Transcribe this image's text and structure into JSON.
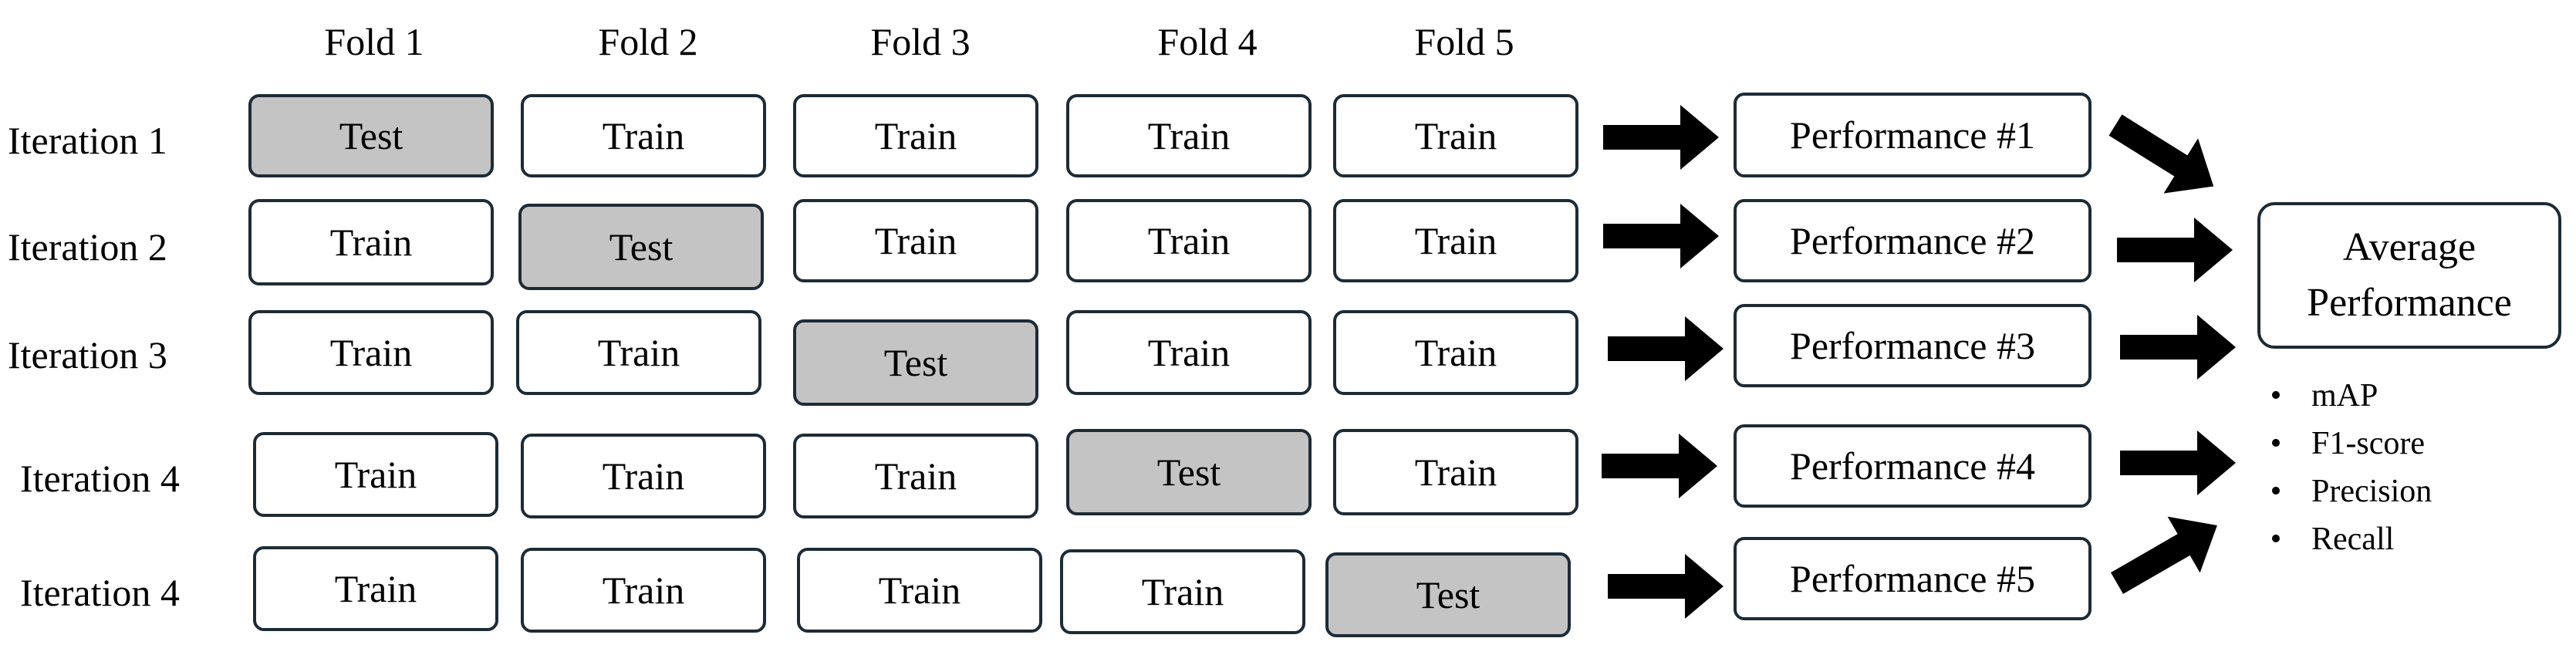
{
  "folds": [
    "Fold 1",
    "Fold 2",
    "Fold 3",
    "Fold 4",
    "Fold 5"
  ],
  "iterations": [
    {
      "label": "Iteration 1",
      "cells": [
        "Test",
        "Train",
        "Train",
        "Train",
        "Train"
      ],
      "performance": "Performance #1"
    },
    {
      "label": "Iteration 2",
      "cells": [
        "Train",
        "Test",
        "Train",
        "Train",
        "Train"
      ],
      "performance": "Performance #2"
    },
    {
      "label": "Iteration 3",
      "cells": [
        "Train",
        "Train",
        "Test",
        "Train",
        "Train"
      ],
      "performance": "Performance #3"
    },
    {
      "label": "Iteration 4",
      "cells": [
        "Train",
        "Train",
        "Train",
        "Test",
        "Train"
      ],
      "performance": "Performance #4"
    },
    {
      "label": "Iteration 4",
      "cells": [
        "Train",
        "Train",
        "Train",
        "Train",
        "Test"
      ],
      "performance": "Performance #5"
    }
  ],
  "average": {
    "line1": "Average",
    "line2": "Performance"
  },
  "metrics": [
    "mAP",
    "F1-score",
    "Precision",
    "Recall"
  ],
  "colors": {
    "test_fill": "#c4c4c4",
    "train_fill": "#ffffff",
    "border": "#1d2b36",
    "arrow": "#000000"
  },
  "icons": {
    "row_arrow": "right-arrow-icon",
    "merge_arrow": "diagonal-arrow-icon",
    "bullet": "bullet-dot"
  }
}
